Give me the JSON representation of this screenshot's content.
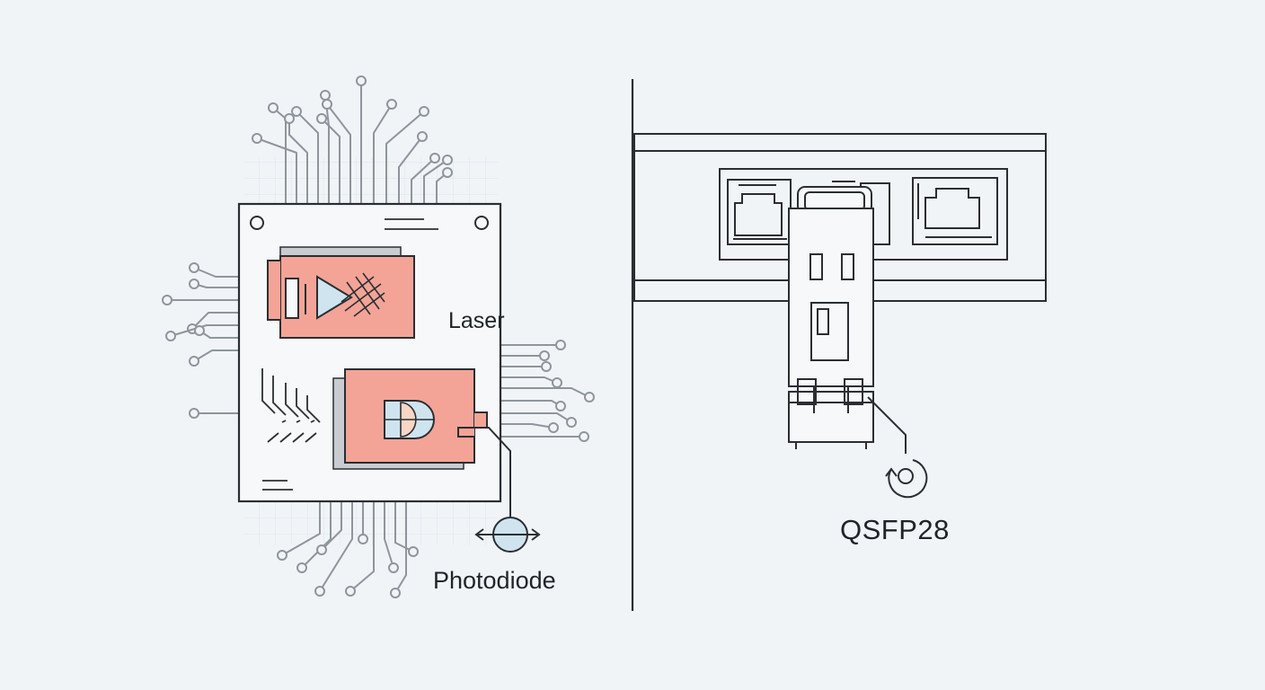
{
  "labels": {
    "laser": "Laser",
    "photodiode": "Photodiode",
    "module": "QSFP28"
  },
  "colors": {
    "background": "#f1f4f7",
    "line": "#2a2e33",
    "trace": "#8e959c",
    "grid": "#dfe4e9",
    "component_fill": "#f3a497",
    "shadow": "#c9ccd0",
    "lens_fill": "#cfe4ef",
    "peach": "#f8d7c4"
  },
  "icons": {
    "laser_symbol": "triangle-diode-icon",
    "photodiode_symbol": "half-dome-diode-icon",
    "connector_symbol": "circle-arrows-icon",
    "rotate_symbol": "rotate-arrow-icon",
    "port_symbol": "rj45-port-icon"
  }
}
